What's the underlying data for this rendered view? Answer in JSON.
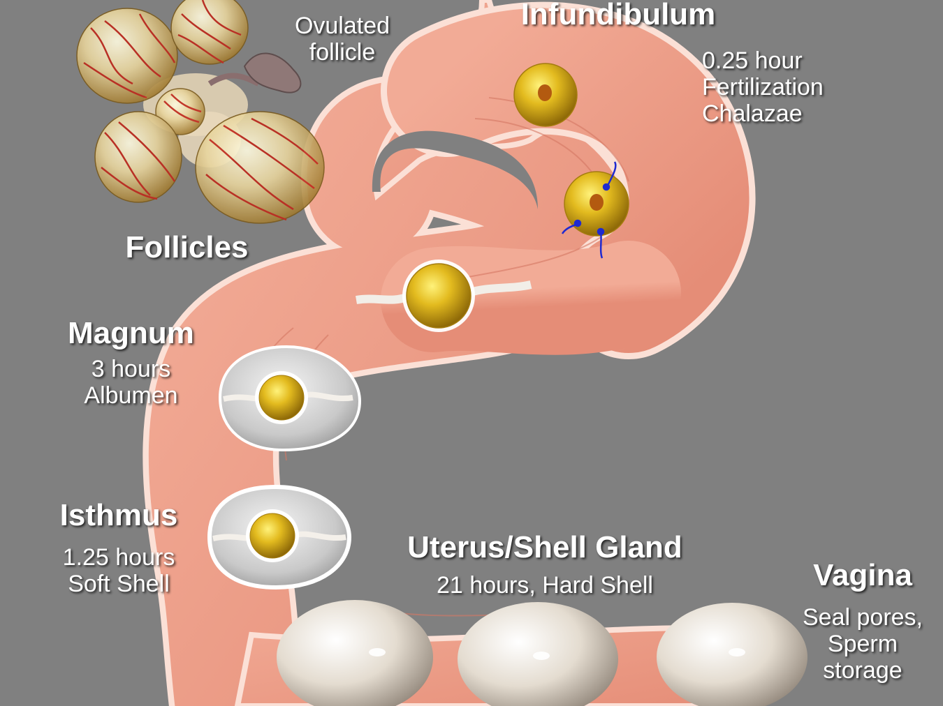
{
  "stages": {
    "ovulated": {
      "line1": "Ovulated",
      "line2": "follicle"
    },
    "infundibulum": {
      "title": "Infundibulum",
      "line1": "0.25 hour",
      "line2": "Fertilization",
      "line3": "Chalazae"
    },
    "follicles": {
      "title": "Follicles"
    },
    "magnum": {
      "title": "Magnum",
      "line1": "3 hours",
      "line2": "Albumen"
    },
    "isthmus": {
      "title": "Isthmus",
      "line1": "1.25 hours",
      "line2": "Soft Shell"
    },
    "uterus": {
      "title": "Uterus/Shell Gland",
      "line1": "21 hours, Hard Shell"
    },
    "vagina": {
      "title": "Vagina",
      "line1": "Seal pores,",
      "line2": "Sperm",
      "line3": "storage"
    }
  },
  "colors": {
    "background": "#808080",
    "oviduct": "#ef9f8a",
    "oviduct_edge": "#fbe0d6",
    "yolk": "#e0b81e",
    "vessel": "#c0281c"
  }
}
